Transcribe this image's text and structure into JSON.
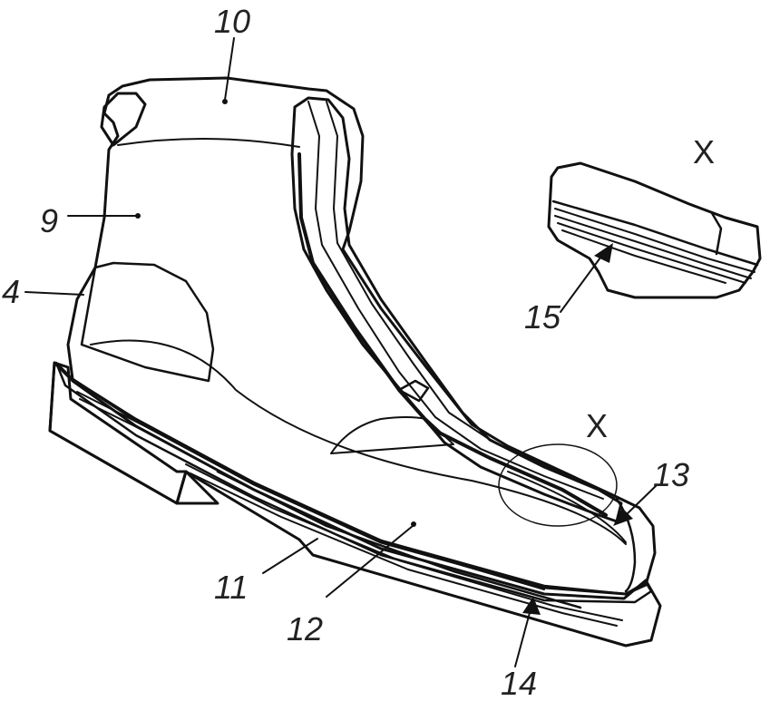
{
  "colors": {
    "ink": "#111111",
    "sole_fill": "#c0c0c0",
    "paper": "#ffffff"
  },
  "labels": {
    "ref_10": "10",
    "ref_9": "9",
    "ref_4": "4",
    "ref_11": "11",
    "ref_12": "12",
    "ref_13": "13",
    "ref_14": "14",
    "ref_15": "15",
    "detail_marker": "X",
    "detail_title": "X"
  }
}
